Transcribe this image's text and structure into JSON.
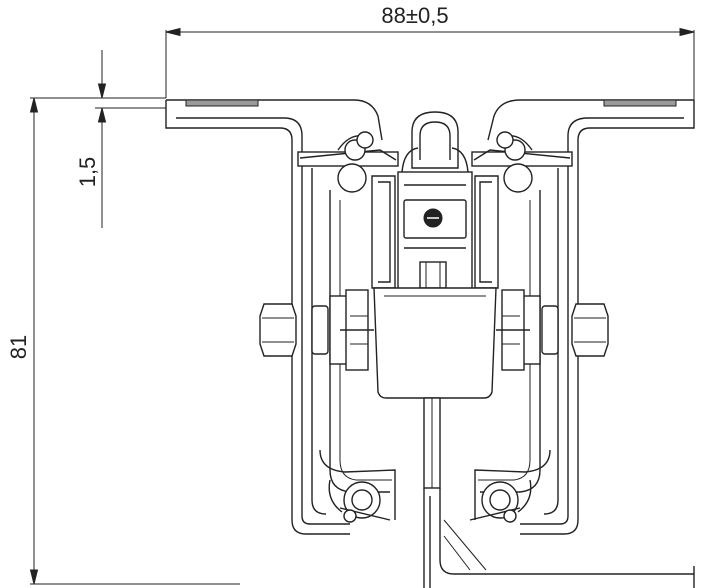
{
  "dimensions": {
    "width_label": "88±0,5",
    "thickness_label": "1,5",
    "height_label": "81"
  }
}
